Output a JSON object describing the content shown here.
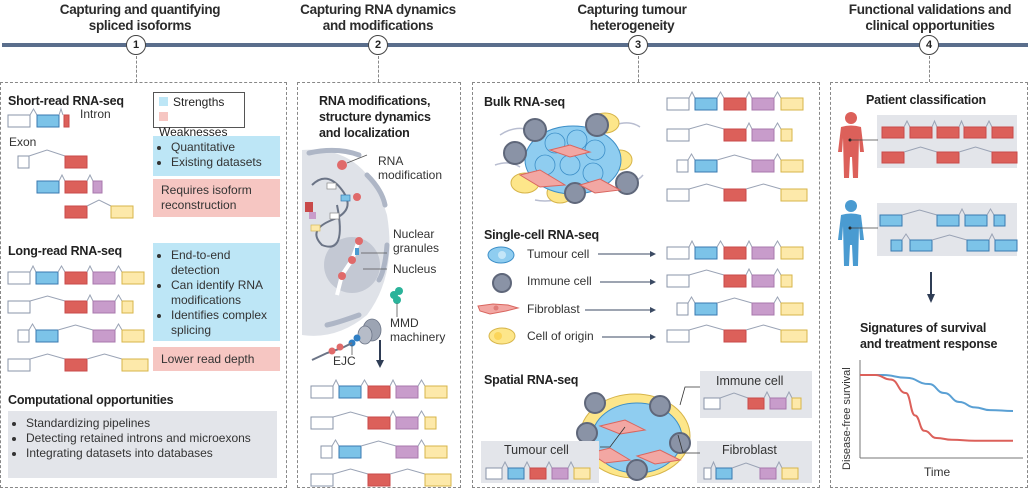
{
  "stages": [
    {
      "number": "1",
      "title_line1": "Capturing and quantifying",
      "title_line2": "spliced isoforms"
    },
    {
      "number": "2",
      "title_line1": "Capturing RNA dynamics",
      "title_line2": "and modifications"
    },
    {
      "number": "3",
      "title_line1": "Capturing tumour",
      "title_line2": "heterogeneity"
    },
    {
      "number": "4",
      "title_line1": "Functional validations and",
      "title_line2": "clinical opportunities"
    }
  ],
  "panel1": {
    "short_read": {
      "heading": "Short-read RNA-seq",
      "intron_label": "Intron",
      "exon_label": "Exon",
      "strengths": [
        "Quantitative",
        "Existing datasets"
      ],
      "weakness": "Requires isoform reconstruction"
    },
    "legend": {
      "strengths": "Strengths",
      "weaknesses": "Weaknesses"
    },
    "long_read": {
      "heading": "Long-read RNA-seq",
      "strengths": [
        "End-to-end detection",
        "Can identify RNA modifications",
        "Identifies complex splicing"
      ],
      "weakness": "Lower read depth"
    },
    "computational": {
      "heading": "Computational opportunities",
      "items": [
        "Standardizing pipelines",
        "Detecting retained introns and microexons",
        "Integrating datasets into databases"
      ]
    }
  },
  "panel2": {
    "heading_line1": "RNA modifications,",
    "heading_line2": "structure dynamics",
    "heading_line3": "and localization",
    "labels": {
      "rna_mod_1": "RNA",
      "rna_mod_2": "modification",
      "granules_1": "Nuclear",
      "granules_2": "granules",
      "nucleus": "Nucleus",
      "mmd_1": "MMD",
      "mmd_2": "machinery",
      "ejc": "EJC"
    }
  },
  "panel3": {
    "bulk": {
      "heading": "Bulk RNA-seq"
    },
    "single_cell": {
      "heading": "Single-cell RNA-seq",
      "cells": [
        "Tumour cell",
        "Immune cell",
        "Fibroblast",
        "Cell of origin"
      ]
    },
    "spatial": {
      "heading": "Spatial RNA-seq",
      "immune_label": "Immune cell",
      "tumour_label": "Tumour cell",
      "fibroblast_label": "Fibroblast"
    }
  },
  "panel4": {
    "patient_heading": "Patient classification",
    "signature_line1": "Signatures of survival",
    "signature_line2": "and treatment response"
  },
  "colors": {
    "timeline": "#5a6e8c",
    "exon_white": "#ffffff",
    "exon_blue": "#7cc3e8",
    "exon_red": "#dc605a",
    "exon_purple": "#c89ccb",
    "exon_yellow": "#fde9aa",
    "strength_bg": "#bde6f6",
    "weakness_bg": "#f6c6c2",
    "grey_bg": "#e3e5ea",
    "patient_red": "#dc605a",
    "patient_blue": "#4a9bd1"
  },
  "chart_data": {
    "type": "line",
    "title": "Signatures of survival and treatment response",
    "xlabel": "Time",
    "ylabel": "Disease-free survival",
    "xlim": [
      0,
      1
    ],
    "ylim": [
      0,
      1
    ],
    "grid": false,
    "series": [
      {
        "name": "blue-patient",
        "color": "#5aa0d4",
        "x": [
          0,
          0.15,
          0.3,
          0.45,
          0.55,
          0.65,
          0.75,
          0.85,
          1.0
        ],
        "y": [
          0.9,
          0.9,
          0.87,
          0.8,
          0.7,
          0.6,
          0.54,
          0.51,
          0.5
        ]
      },
      {
        "name": "red-patient",
        "color": "#dc605a",
        "x": [
          0,
          0.1,
          0.2,
          0.3,
          0.36,
          0.42,
          0.5,
          0.6,
          0.75,
          1.0
        ],
        "y": [
          0.9,
          0.9,
          0.85,
          0.7,
          0.45,
          0.28,
          0.2,
          0.18,
          0.17,
          0.17
        ]
      }
    ]
  }
}
